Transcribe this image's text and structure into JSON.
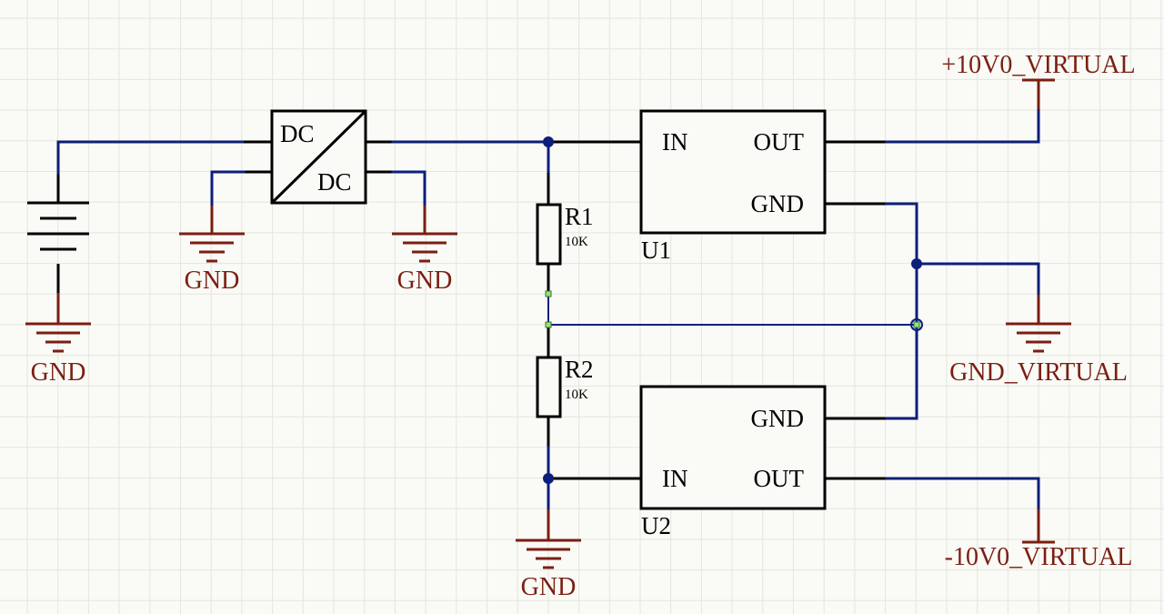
{
  "converter": {
    "label_in": "DC",
    "label_out": "DC"
  },
  "resistors": [
    {
      "designator": "R1",
      "value": "10K"
    },
    {
      "designator": "R2",
      "value": "10K"
    }
  ],
  "regulators": [
    {
      "designator": "U1",
      "pins": {
        "in": "IN",
        "out": "OUT",
        "gnd": "GND"
      }
    },
    {
      "designator": "U2",
      "pins": {
        "in": "IN",
        "out": "OUT",
        "gnd": "GND"
      }
    }
  ],
  "nets": {
    "gnd": "GND",
    "plus_rail": "+10V0_VIRTUAL",
    "virtual_gnd": "GND_VIRTUAL",
    "minus_rail": "-10V0_VIRTUAL"
  },
  "colors": {
    "wire": "#0c1f7a",
    "component": "#000000",
    "power_port": "#7a1f12",
    "background": "#fafaf6",
    "grid": "#e6e6e0"
  }
}
